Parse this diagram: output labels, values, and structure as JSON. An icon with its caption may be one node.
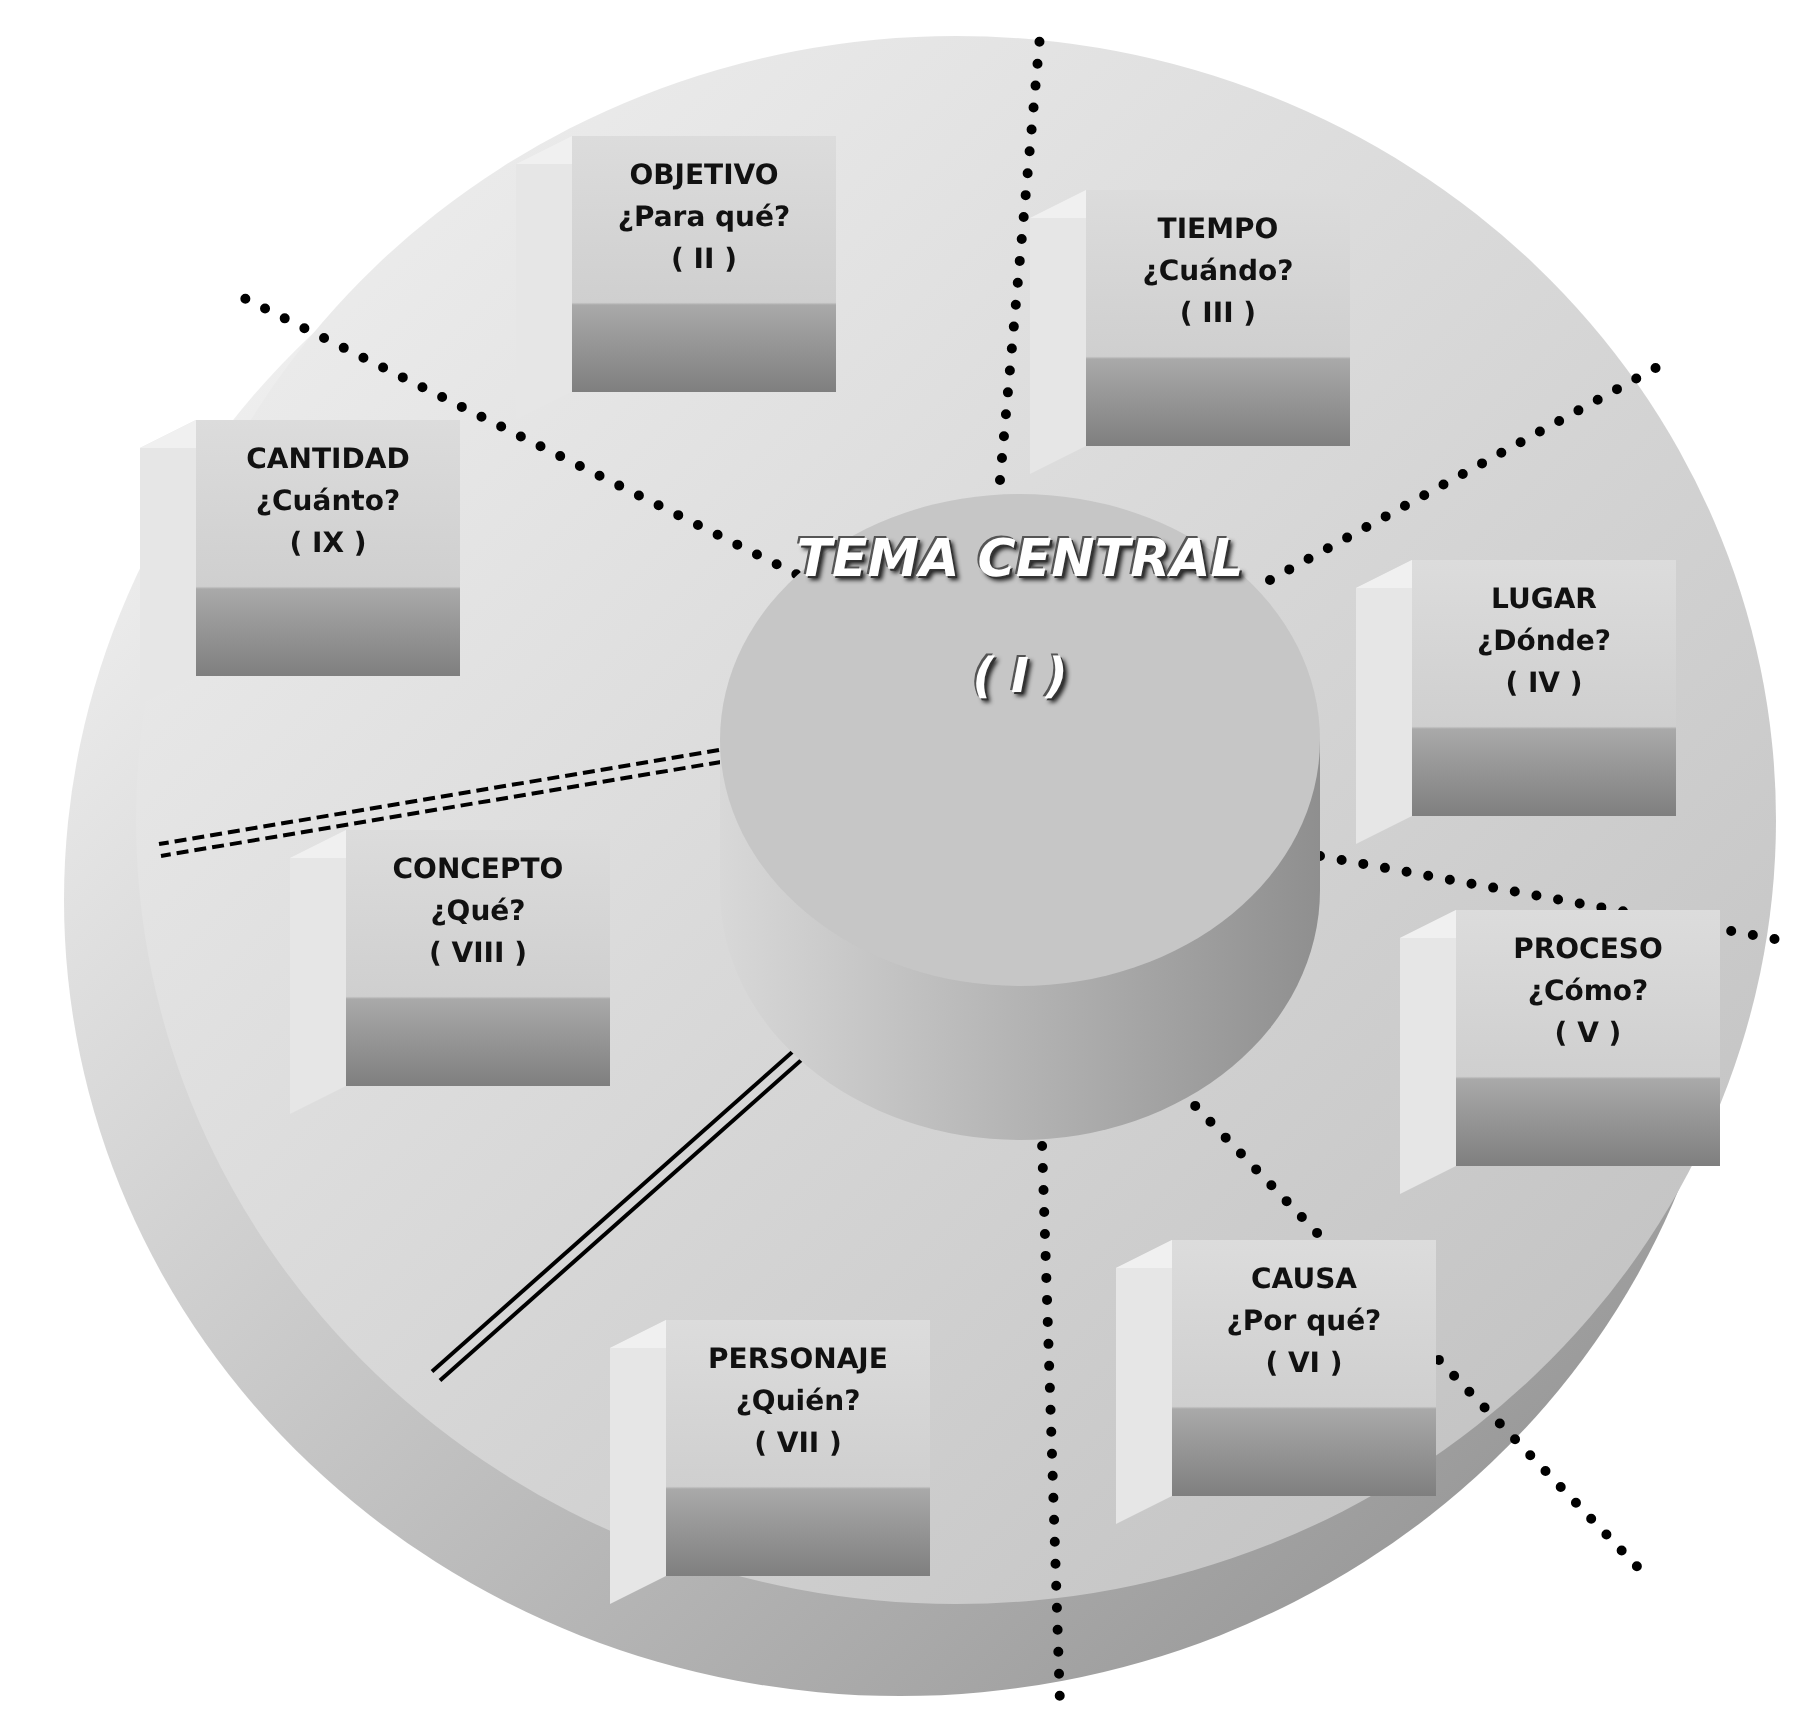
{
  "diagram": {
    "nodes": [
      {
        "text": [
          "TEMA CENTRAL",
          "( I )"
        ]
      },
      {
        "text": [
          "OBJETIVO",
          "¿Para qué?",
          "( II )"
        ]
      },
      {
        "text": [
          "TIEMPO",
          "¿Cuándo?",
          "( III )"
        ]
      },
      {
        "text": [
          "LUGAR",
          "¿Dónde?",
          "( IV )"
        ]
      },
      {
        "text": [
          "PROCESO",
          "¿Cómo?",
          "( V )"
        ]
      },
      {
        "text": [
          "CAUSA",
          "¿Por qué?",
          "( VI )"
        ]
      },
      {
        "text": [
          "PERSONAJE",
          "¿Quién?",
          "( VII )"
        ]
      },
      {
        "text": [
          "CONCEPTO",
          "¿Qué?",
          "( VIII )"
        ]
      },
      {
        "text": [
          "CANTIDAD",
          "¿Cuánto?",
          "( IX )"
        ]
      }
    ]
  }
}
